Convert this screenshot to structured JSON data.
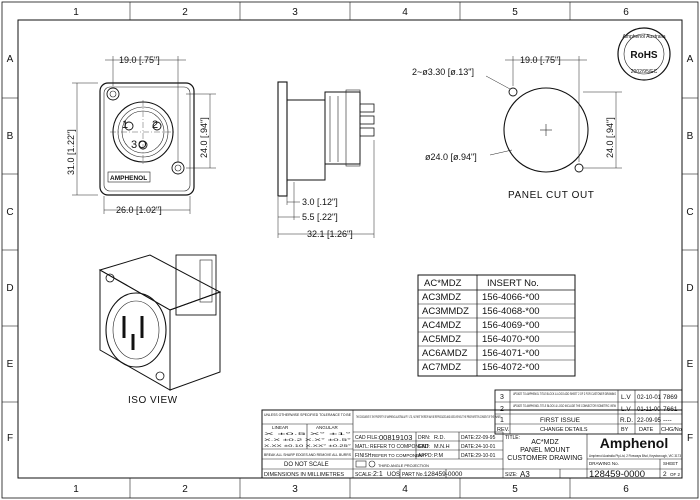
{
  "grid": {
    "columns": [
      "1",
      "2",
      "3",
      "4",
      "5",
      "6"
    ],
    "rows": [
      "A",
      "B",
      "C",
      "D",
      "E",
      "F"
    ]
  },
  "front_view": {
    "dim_width": "19.0 [.75\"]",
    "dim_height_left": "31.0 [1.22\"]",
    "dim_height_right": "24.0 [.94\"]",
    "dim_bottom": "26.0 [1.02\"]",
    "pin1": "1",
    "pin2": "2",
    "pin3": "3",
    "pin_suffix": "O",
    "brand_mark": "AMPHENOL"
  },
  "side_view": {
    "dim_a": "3.0 [.12\"]",
    "dim_b": "5.5 [.22\"]",
    "dim_c": "32.1 [1.26\"]"
  },
  "cutout": {
    "holes": "2~ø3.30 [ø.13\"]",
    "dim_width": "19.0 [.75\"]",
    "dim_height": "24.0 [.94\"]",
    "diameter": "ø24.0 [ø.94\"]",
    "title": "PANEL CUT OUT"
  },
  "iso_view": {
    "label": "ISO VIEW"
  },
  "insert_table": {
    "headers": [
      "AC*MDZ",
      "INSERT No."
    ],
    "rows": [
      [
        "AC3MDZ",
        "156-4066-*00"
      ],
      [
        "AC3MMDZ",
        "156-4068-*00"
      ],
      [
        "AC4MDZ",
        "156-4069-*00"
      ],
      [
        "AC5MDZ",
        "156-4070-*00"
      ],
      [
        "AC6AMDZ",
        "156-4071-*00"
      ],
      [
        "AC7MDZ",
        "156-4072-*00"
      ]
    ]
  },
  "stamp": {
    "top": "Amphenol Australia",
    "middle": "RoHS",
    "bottom": "2002/95/EC"
  },
  "revisions": {
    "rows": [
      {
        "rev": "3",
        "desc": "UPDATE TO AMPHENOL TITLE BLOCK & LOGO ADD SHEET 2 OF 2 FOR CUSTOMER DRAWING",
        "by": "L.V",
        "date": "02-10-01",
        "chk": "7869"
      },
      {
        "rev": "2",
        "desc": "UPDATE TO AMPHENOL TITLE BLOCK & LOGO INCLUDE THE CONNECTOR ISOMETRIC VIEW",
        "by": "L.V",
        "date": "01-11-00",
        "chk": "7661"
      },
      {
        "rev": "1",
        "desc": "FIRST ISSUE",
        "by": "R.D.",
        "date": "22-09-95",
        "chk": "----"
      }
    ],
    "header": {
      "rev": "REV.",
      "desc": "CHANGE DETAILS",
      "by": "BY",
      "date": "DATE",
      "chk": "CHG/No"
    }
  },
  "title_block": {
    "tolerance_title": "UNLESS OTHERWISE SPECIFIED TOLERANCE TO BE",
    "tol_linear": "LINEAR",
    "tol_angular": "ANGULAR",
    "tol_rows": [
      "X ±0.5  X° ±1°",
      "X.X ±0.2  X.X° ±0.5°",
      "X.XX ±0.10 X.XX° ±0.25°"
    ],
    "break_edges": "BREAK ALL SHARP EDGES AND REMOVE ALL BURRS",
    "no_scale": "DO NOT SCALE",
    "dims_units": "DIMENSIONS IN MILLIMETRES",
    "projection": "THIRD ANGLE PROJECTION",
    "property_notice": "THIS DOCUMENT IS THE PROPERTY OF AMPHENOL AUSTRALIA PTY. LTD., NO PART THEREOF MAY BE REPRODUCED AND USED WITHOUT THE PRIOR WRITTEN CONSENT OF THE OWNER.",
    "cad_file_label": "CAD FILE:",
    "cad_file": "00819103",
    "drn_label": "DRN:",
    "drn": "R.D.",
    "drn_date": "DATE:22-09-95",
    "matl_label": "MATL:",
    "matl": "REFER TO COMPONENT",
    "ckd_label": "CKD:",
    "ckd": "M.N.H",
    "ckd_date": "DATE:24-10-01",
    "finish_label": "FINISH:",
    "finish": "REFER TO COMPONENT",
    "appd_label": "APPD:",
    "appd": "P.M",
    "appd_date": "DATE:29-10-01",
    "scale_label": "SCALE:",
    "scale": "2:1",
    "scale_unit": "UOS",
    "part_no_label": "PART No.:",
    "part_no": "128459-0000",
    "size_label": "SIZE:",
    "size": "A3",
    "title_label": "TITLE:",
    "title_lines": [
      "AC*MDZ",
      "PANEL MOUNT",
      "CUSTOMER DRAWING"
    ],
    "company": "Amphenol",
    "company_address": "Amphenol Australia Pty.Ltd, 2 Fiveways Blvd, Keysborough, VIC 3173",
    "drawing_no_label": "DRAWING No.",
    "drawing_no": "128459-0000",
    "sheet_label": "SHEET",
    "sheet": "2",
    "sheet_of": "OF 2"
  }
}
